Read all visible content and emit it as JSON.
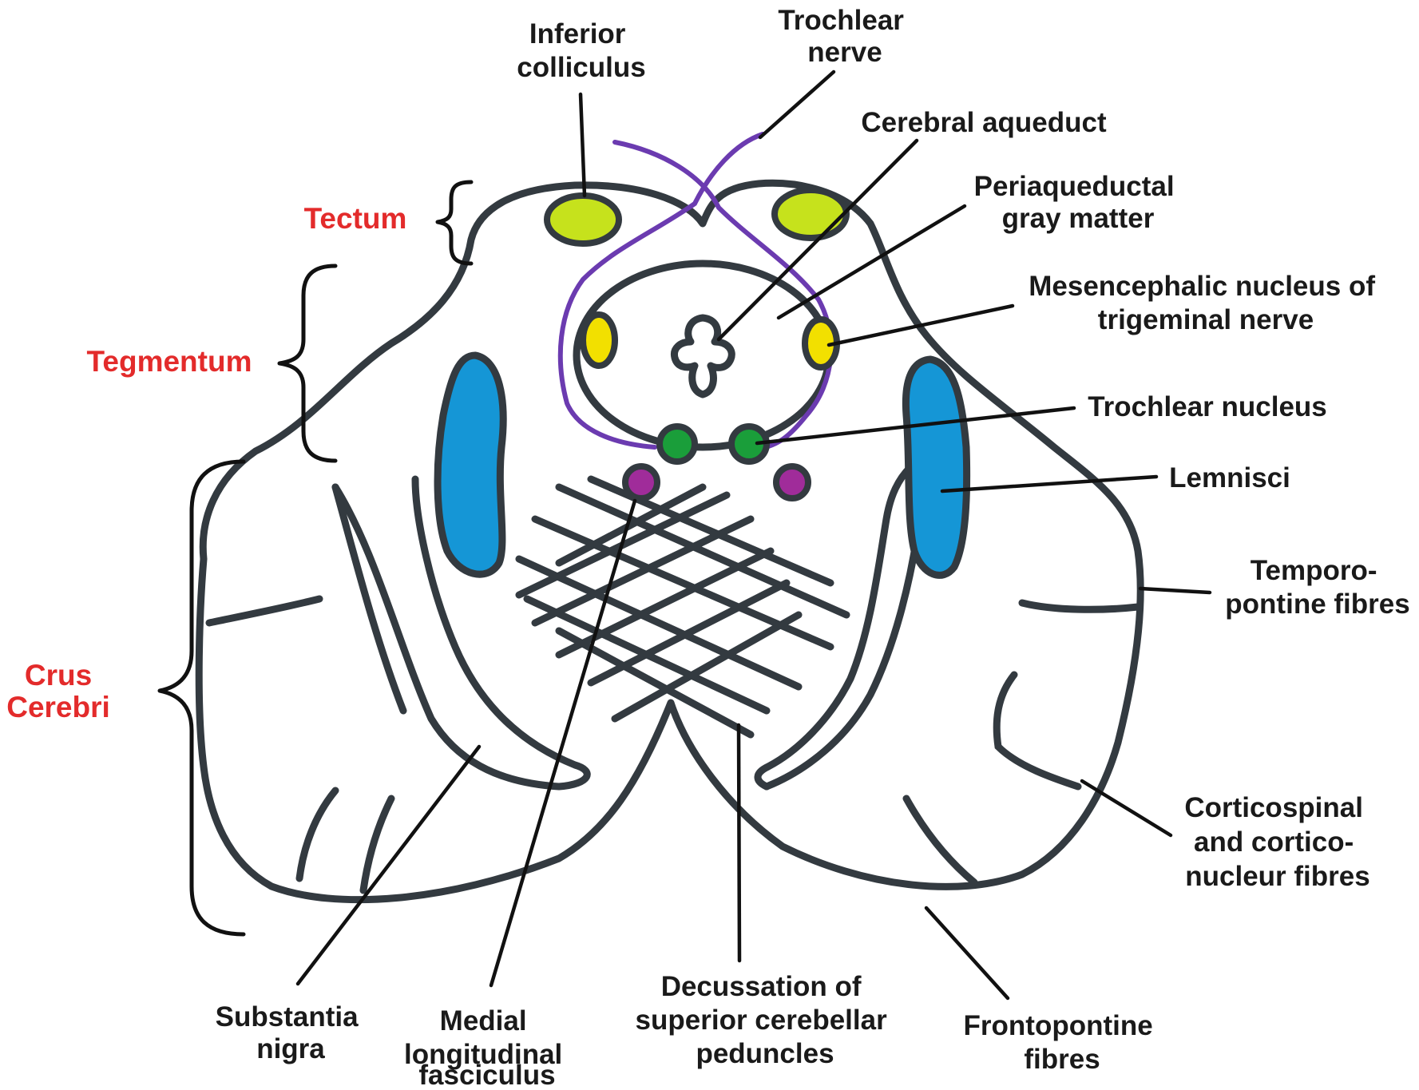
{
  "regions": {
    "tectum": "Tectum",
    "tegmentum": "Tegmentum",
    "crus_line1": "Crus",
    "crus_line2": "Cerebri"
  },
  "labels": {
    "inferior_colliculus": [
      "Inferior",
      "colliculus"
    ],
    "trochlear_nerve": [
      "Trochlear",
      "nerve"
    ],
    "cerebral_aqueduct": [
      "Cerebral aqueduct"
    ],
    "periaqueductal": [
      "Periaqueductal",
      "gray matter"
    ],
    "mesencephalic": [
      "Mesencephalic nucleus of",
      "trigeminal nerve"
    ],
    "trochlear_nucleus": [
      "Trochlear nucleus"
    ],
    "lemnisci": [
      "Lemnisci"
    ],
    "temporopontine": [
      "Temporo-",
      "pontine fibres"
    ],
    "corticospinal": [
      "Corticospinal",
      "and cortico-",
      "nucleur fibres"
    ],
    "frontopontine": [
      "Frontopontine",
      "fibres"
    ],
    "decussation": [
      "Decussation of",
      "superior cerebellar",
      "peduncles"
    ],
    "mlf": [
      "Medial",
      "longitudinal",
      "fasciculus"
    ],
    "substantia_nigra": [
      "Substantia",
      "nigra"
    ]
  },
  "colors": {
    "region_label": "#e32b2b",
    "outline": "#333a40",
    "inferior_colliculus": "#c6e21c",
    "mesencephalic_nucleus": "#f2e000",
    "trochlear_nucleus": "#1a9e3a",
    "mlf_nucleus": "#a02c9a",
    "lemnisci": "#1596d6",
    "trochlear_nerve": "#6b3bb0"
  }
}
